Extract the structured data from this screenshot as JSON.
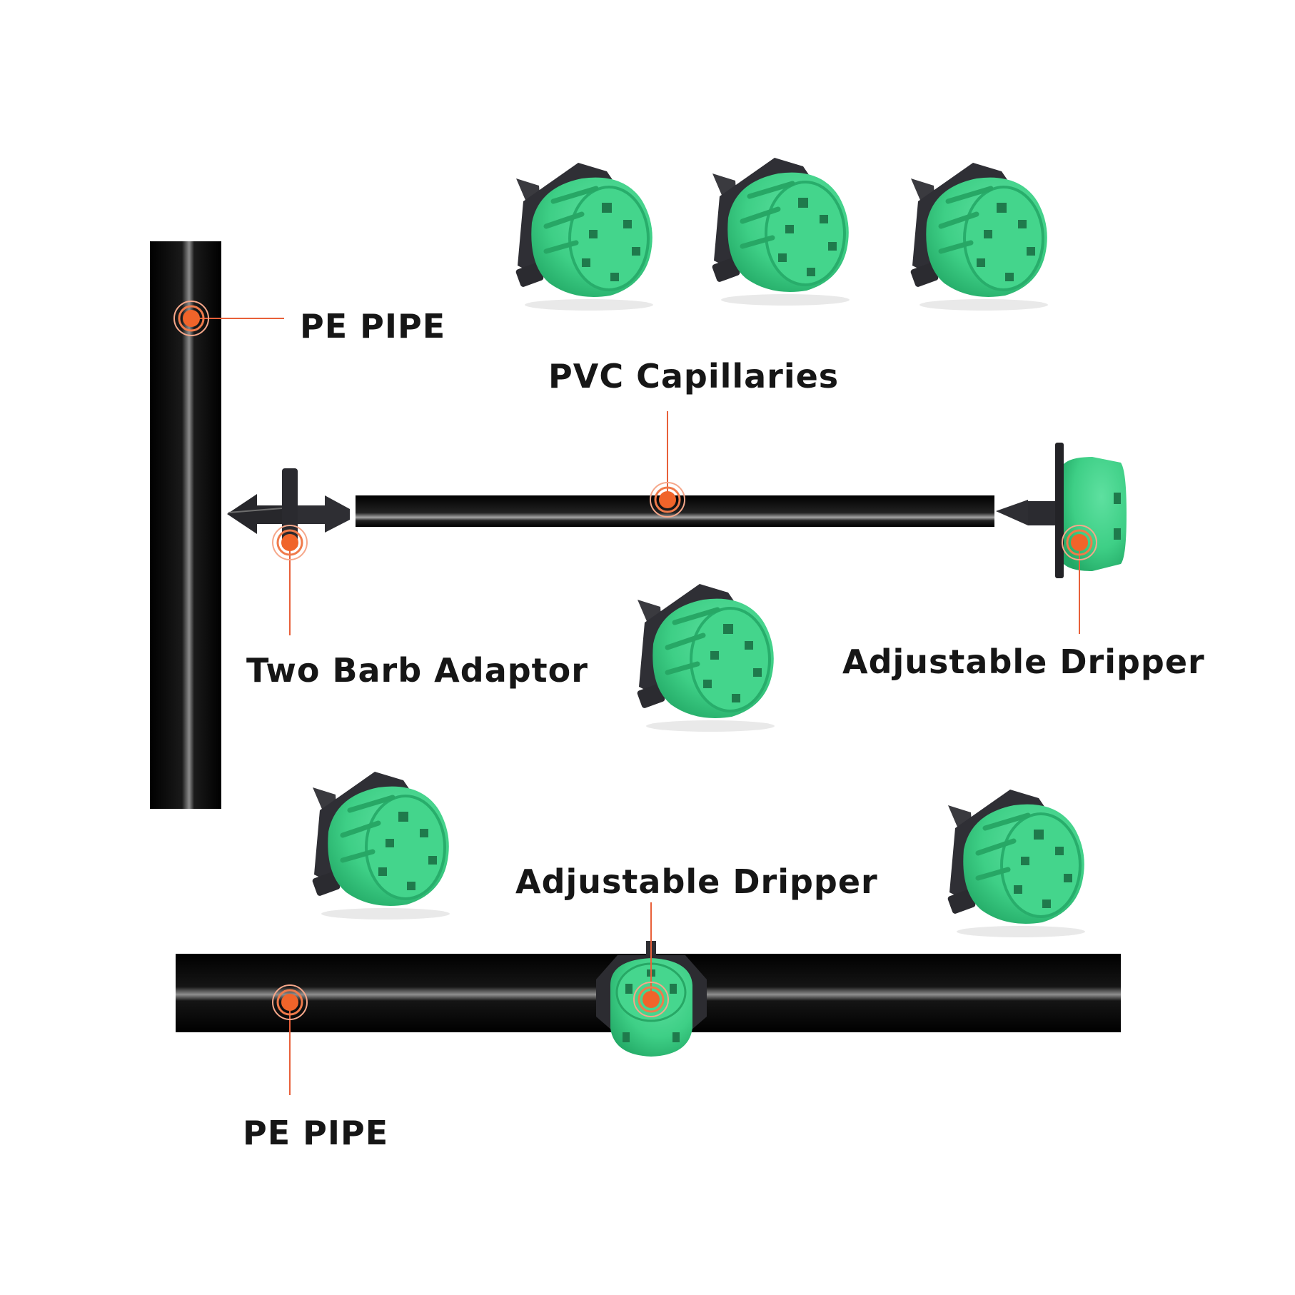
{
  "labels": {
    "pe_pipe_top": "PE PIPE",
    "pvc_capillaries": "PVC Capillaries",
    "two_barb_adaptor": "Two Barb Adaptor",
    "adjustable_dripper_right": "Adjustable Dripper",
    "adjustable_dripper_bottom": "Adjustable Dripper",
    "pe_pipe_bottom": "PE PIPE"
  },
  "colors": {
    "pipe": "#0b0b0b",
    "pipe_highlight": "#9a9a9a",
    "dripper_green": "#3ecf86",
    "dripper_green_dark": "#1fa566",
    "dripper_base": "#2e2e33",
    "callout": "#f0642a",
    "callout_line": "#e8603a",
    "text": "#161616"
  },
  "icons": {
    "dripper": "adjustable-dripper-icon",
    "adaptor": "two-barb-adaptor-icon",
    "callout": "callout-dot-icon"
  }
}
